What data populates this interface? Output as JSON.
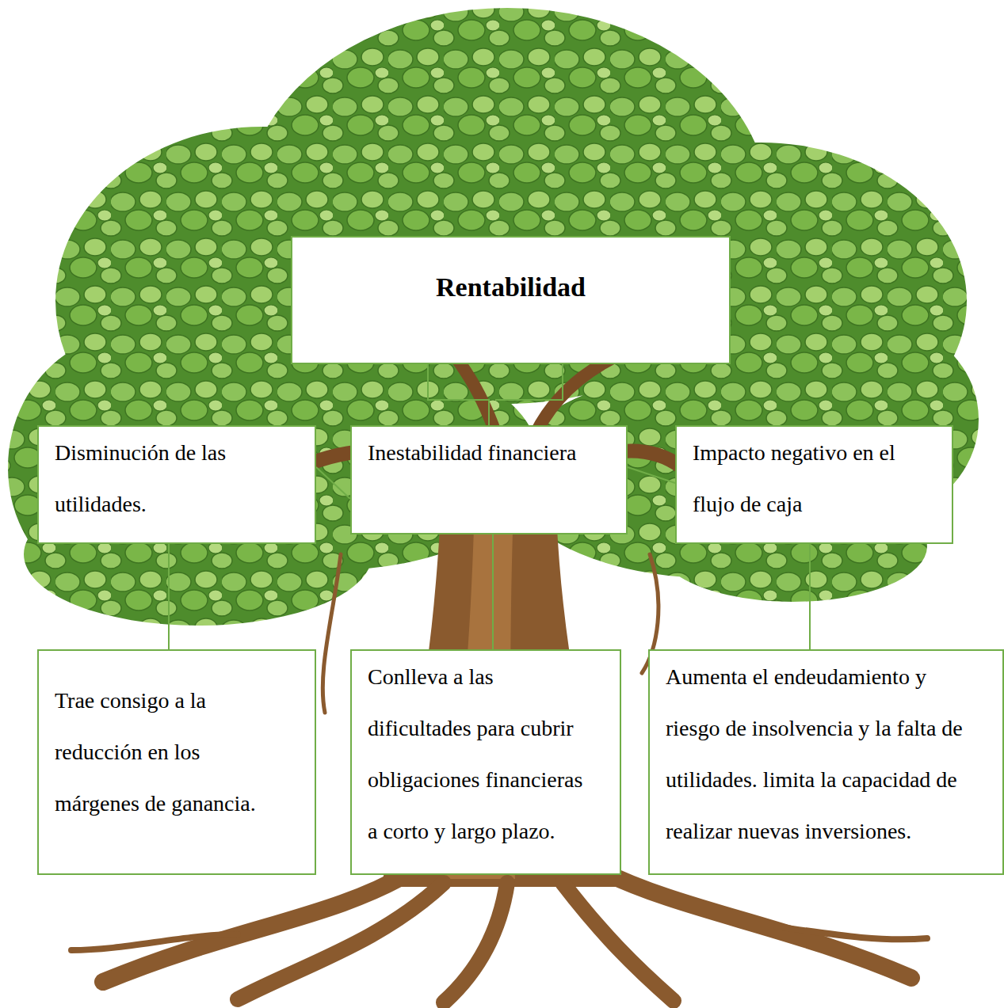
{
  "diagram": {
    "nodes": [
      {
        "text": [
          "Rentabilidad"
        ]
      },
      {
        "text": [
          "Disminución de las utilidades."
        ]
      },
      {
        "text": [
          "Inestabilidad financiera"
        ]
      },
      {
        "text": [
          "Impacto negativo en el flujo de caja"
        ]
      },
      {
        "text": [
          "Trae consigo a la reducción en los márgenes de ganancia."
        ]
      },
      {
        "text": [
          "Conlleva a las dificultades para cubrir obligaciones financieras a corto y largo plazo."
        ]
      },
      {
        "text": [
          "Aumenta el endeudamiento y riesgo de insolvencia y la falta de utilidades. limita la capacidad de realizar nuevas inversiones."
        ]
      }
    ],
    "edges": [
      {
        "from": 0,
        "to": 2,
        "arrow": "none"
      },
      {
        "from": 1,
        "to": 2,
        "arrow": "none"
      },
      {
        "from": 2,
        "to": 3,
        "arrow": "none"
      },
      {
        "from": 1,
        "to": 4,
        "arrow": "none"
      },
      {
        "from": 2,
        "to": 5,
        "arrow": "none"
      },
      {
        "from": 3,
        "to": 6,
        "arrow": "none"
      }
    ]
  }
}
